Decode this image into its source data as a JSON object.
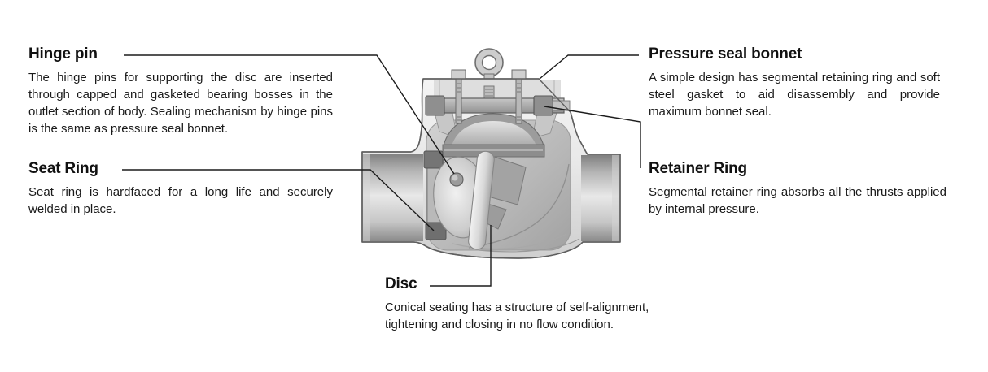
{
  "figure": {
    "illustration_name": "pressure-seal-swing-check-valve-cutaway",
    "colors": {
      "background": "#ffffff",
      "text": "#1a1a1a",
      "leader_line": "#1c1c1c",
      "metal_light": "#f1f1f1",
      "metal_mid": "#c9c9c9",
      "metal_dark": "#8c8c8c",
      "part_dark": "#707070"
    },
    "callouts": [
      {
        "id": "hinge-pin",
        "title": "Hinge pin",
        "description": "The hinge pins for supporting the disc are inserted through capped and gasketed bearing bosses in the outlet section of body. Sealing mechanism by hinge pins is the same as pressure seal bonnet."
      },
      {
        "id": "seat-ring",
        "title": "Seat Ring",
        "description": "Seat ring is hardfaced for a long life and securely welded in place."
      },
      {
        "id": "pressure-seal-bonnet",
        "title": "Pressure seal bonnet",
        "description": "A simple design has segmental retaining ring and soft steel gasket to aid disassembly and provide maximum bonnet seal."
      },
      {
        "id": "retainer-ring",
        "title": "Retainer Ring",
        "description": "Segmental retainer ring absorbs all the thrusts applied by internal pressure."
      },
      {
        "id": "disc",
        "title": "Disc",
        "description": "Conical seating has a structure of self-alignment, tightening and closing in no flow condition."
      }
    ]
  }
}
